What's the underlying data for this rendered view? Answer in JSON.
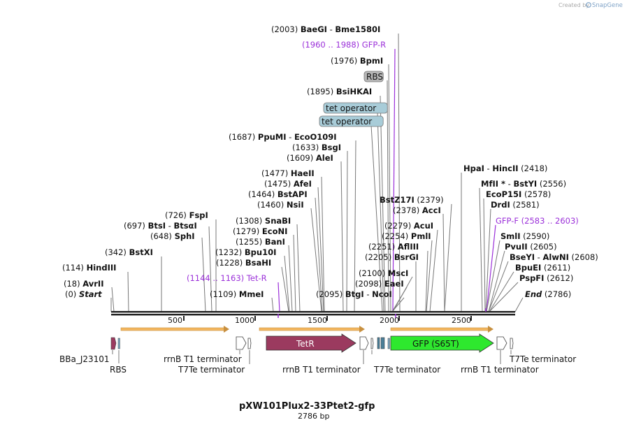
{
  "credit": {
    "prefix": "Created by",
    "brand": "SnapGene"
  },
  "plasmid": {
    "name": "pXW101Plux2-33Ptet2-gfp",
    "length_label": "2786 bp",
    "length": 2786
  },
  "axis_ticks": [
    "500",
    "1000",
    "1500",
    "2000",
    "2500"
  ],
  "site_labels": [
    {
      "pos": "(2003)",
      "name": "BaeGI",
      "name2": "Bme1580I",
      "site": 2003
    },
    {
      "pos": "(1960 .. 1988)",
      "name": "GFP-R",
      "primer": true,
      "site": 1974
    },
    {
      "pos": "(1976)",
      "name": "BpmI",
      "site": 1976
    },
    {
      "box": "RBS",
      "site": 1983
    },
    {
      "pos": "(1895)",
      "name": "BsiHKAI",
      "site": 1895
    },
    {
      "box": "tet operator",
      "site": 1925
    },
    {
      "box": "tet operator",
      "site": 1905
    },
    {
      "pos": "(1687)",
      "name": "PpuMI",
      "name2": "EcoO109I",
      "site": 1687
    },
    {
      "pos": "(1633)",
      "name": "BsgI",
      "site": 1633
    },
    {
      "pos": "(1609)",
      "name": "AleI",
      "site": 1609
    },
    {
      "pos": "(1477)",
      "name": "HaeII",
      "site": 1477
    },
    {
      "pos": "(1475)",
      "name": "AfeI",
      "site": 1475
    },
    {
      "pos": "(1464)",
      "name": "BstAPI",
      "site": 1464
    },
    {
      "pos": "(1460)",
      "name": "NsiI",
      "site": 1460
    },
    {
      "pos": "(726)",
      "name": "FspI",
      "site": 726
    },
    {
      "pos": "(697)",
      "name": "BtsI",
      "name2": "BtsαI",
      "site": 697
    },
    {
      "pos": "(648)",
      "name": "SphI",
      "site": 648
    },
    {
      "pos": "(342)",
      "name": "BstXI",
      "site": 342
    },
    {
      "pos": "(114)",
      "name": "HindIII",
      "site": 114
    },
    {
      "pos": "(18)",
      "name": "AvrII",
      "site": 18
    },
    {
      "pos": "(0)",
      "name": "Start",
      "italic": true,
      "site": 0
    },
    {
      "pos": "(1308)",
      "name": "SnaBI",
      "site": 1308
    },
    {
      "pos": "(1279)",
      "name": "EcoNI",
      "site": 1279
    },
    {
      "pos": "(1255)",
      "name": "BanI",
      "site": 1255
    },
    {
      "pos": "(1232)",
      "name": "Bpu10I",
      "site": 1232
    },
    {
      "pos": "(1228)",
      "name": "BsaHI",
      "site": 1228
    },
    {
      "pos": "(1144 .. 1163)",
      "name": "Tet-R",
      "primer": true,
      "site": 1153
    },
    {
      "pos": "(1109)",
      "name": "MmeI",
      "site": 1109
    },
    {
      "pos": "(2095)",
      "name": "BtgI",
      "name2": "NcoI",
      "site": 2095
    },
    {
      "pos": "(2098)",
      "name": "EaeI",
      "site": 2098
    },
    {
      "pos": "(2100)",
      "name": "MscI",
      "site": 2100
    },
    {
      "pos": "(2205)",
      "name": "BsrGI",
      "site": 2205
    },
    {
      "pos": "(2251)",
      "name": "AflIII",
      "site": 2251
    },
    {
      "pos": "(2254)",
      "name": "PmlI",
      "site": 2254
    },
    {
      "pos": "(2279)",
      "name": "AcuI",
      "site": 2279
    },
    {
      "pos": "(2378)",
      "name": "AccI",
      "site": 2378
    },
    {
      "pos": "(2379)",
      "name": "BstZ17I",
      "site": 2379
    },
    {
      "pos": "(2418)",
      "name": "HpaI",
      "name2": "HincII",
      "site": 2418
    },
    {
      "pos": "(2556)",
      "name": "MfII *",
      "name2": "BstYI",
      "site": 2556
    },
    {
      "pos": "(2578)",
      "name": "EcoP15I",
      "site": 2578
    },
    {
      "pos": "(2581)",
      "name": "DrdI",
      "site": 2581
    },
    {
      "pos": "(2583 .. 2603)",
      "name": "GFP-F",
      "primer": true,
      "site": 2593
    },
    {
      "pos": "(2590)",
      "name": "SmlI",
      "site": 2590
    },
    {
      "pos": "(2605)",
      "name": "PvuII",
      "site": 2605
    },
    {
      "pos": "(2608)",
      "name": "BseYI",
      "name2": "AlwNI",
      "site": 2608
    },
    {
      "pos": "(2611)",
      "name": "BpuEI",
      "site": 2611
    },
    {
      "pos": "(2612)",
      "name": "PspFI",
      "site": 2612
    },
    {
      "pos": "(2786)",
      "name": "End",
      "italic": true,
      "site": 2786
    }
  ],
  "features": {
    "tetr": "TetR",
    "gfp": "GFP (S65T)",
    "labels": [
      "BBa_J23101",
      "RBS",
      "rrnB T1 terminator",
      "T7Te terminator",
      "rrnB T1 terminator",
      "T7Te terminator",
      "rrnB T1 terminator",
      "T7Te terminator"
    ]
  },
  "colors": {
    "tetr": "#9b3a5f",
    "gfp": "#2ee82e",
    "primer": "#9b30d9",
    "orange_arrow": "#f3b760",
    "tet_operator_box": "#a8ccd8",
    "rbs_box": "#b7b7b7"
  }
}
